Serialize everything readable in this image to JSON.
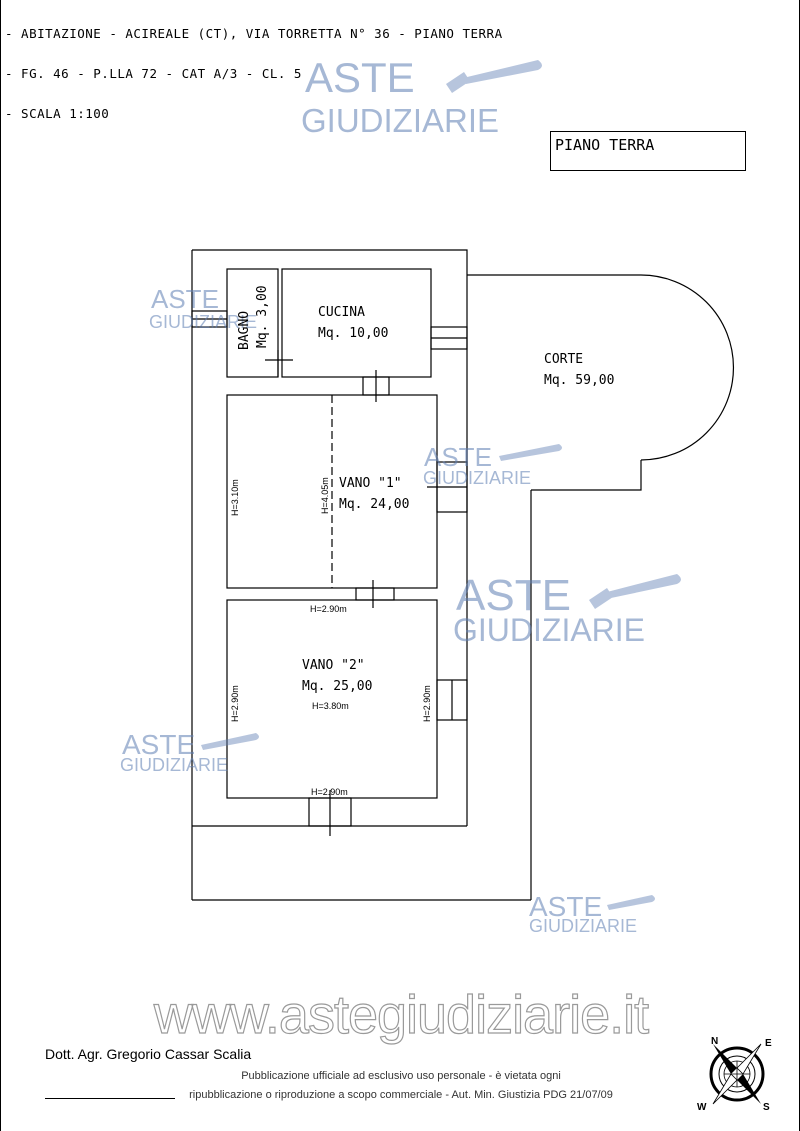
{
  "header": {
    "line1": "- ABITAZIONE  - ACIREALE (CT),  VIA TORRETTA N° 36 - PIANO TERRA",
    "line2": "- FG. 46 - P.LLA 72 - CAT A/3 - CL. 5",
    "line3": "- SCALA 1:100"
  },
  "title_box": "PIANO TERRA",
  "rooms": {
    "bagno": {
      "name": "BAGNO",
      "area": "Mq. 3,00"
    },
    "cucina": {
      "name": "CUCINA",
      "area": "Mq. 10,00"
    },
    "corte": {
      "name": "CORTE",
      "area": "Mq. 59,00"
    },
    "vano1": {
      "name": "VANO \"1\"",
      "area": "Mq. 24,00",
      "h_left": "H=3.10m",
      "h_mid": "H=4.05m",
      "h_bottom": "H=2.90m"
    },
    "vano2": {
      "name": "VANO \"2\"",
      "area": "Mq. 25,00",
      "h_center": "H=3.80m",
      "h_left": "H=2.90m",
      "h_right": "H=2.90m",
      "h_bottom": "H=2.90m"
    }
  },
  "watermark": {
    "aste": "ASTE",
    "giudiziarie": "GIUDIZIARIE"
  },
  "footer": {
    "website": "www.astegiudiziarie.it",
    "author": "Dott. Agr. Gregorio Cassar Scalia",
    "notice1": "Pubblicazione ufficiale ad esclusivo uso personale - è vietata ogni",
    "notice2": "ripubblicazione o riproduzione a scopo commerciale - Aut. Min. Giustizia PDG 21/07/09"
  },
  "compass": {
    "n": "N",
    "e": "E",
    "s": "S",
    "w": "W"
  },
  "colors": {
    "watermark": "#5f7fb3",
    "line": "#000000"
  }
}
